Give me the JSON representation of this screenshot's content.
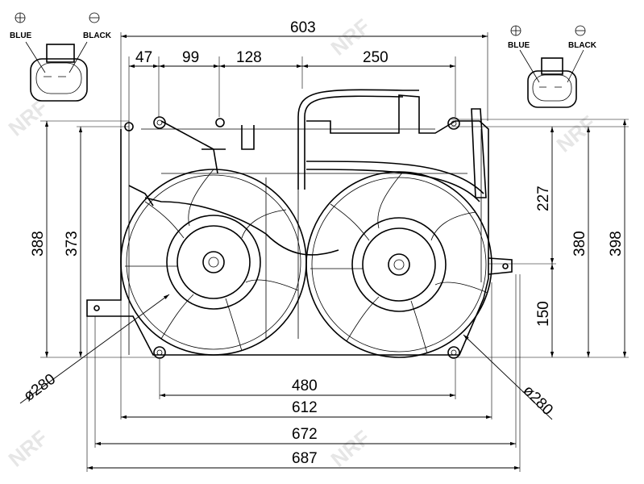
{
  "drawing": {
    "watermark": "NRF",
    "connector_left": {
      "plus_label": "BLUE",
      "minus_label": "BLACK"
    },
    "connector_right": {
      "plus_label": "BLUE",
      "minus_label": "BLACK"
    },
    "dimensions": {
      "overall_top": "603",
      "seg1": "47",
      "seg2": "99",
      "seg3": "128",
      "seg4": "250",
      "left_outer": "388",
      "left_inner": "373",
      "right_upper": "227",
      "right_lower": "150",
      "right_mid": "380",
      "right_outer": "398",
      "bottom_480": "480",
      "bottom_612": "612",
      "bottom_672": "672",
      "bottom_687": "687",
      "fan_left_diameter": "ø280",
      "fan_right_diameter": "ø280"
    }
  }
}
